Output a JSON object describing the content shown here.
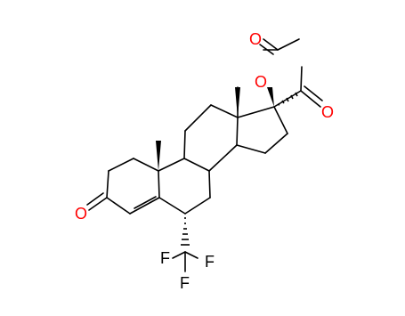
{
  "molecule": {
    "atom_labels": {
      "ketone_O": "O",
      "ester_O": "O",
      "acetyl_carbonyl_O": "O",
      "acetoxy_carbonyl_O": "O",
      "F1": "F",
      "F2": "F",
      "F3": "F"
    },
    "colors": {
      "bond": "#000000",
      "oxygen": "#ff0000",
      "fluorine": "#000000"
    }
  }
}
